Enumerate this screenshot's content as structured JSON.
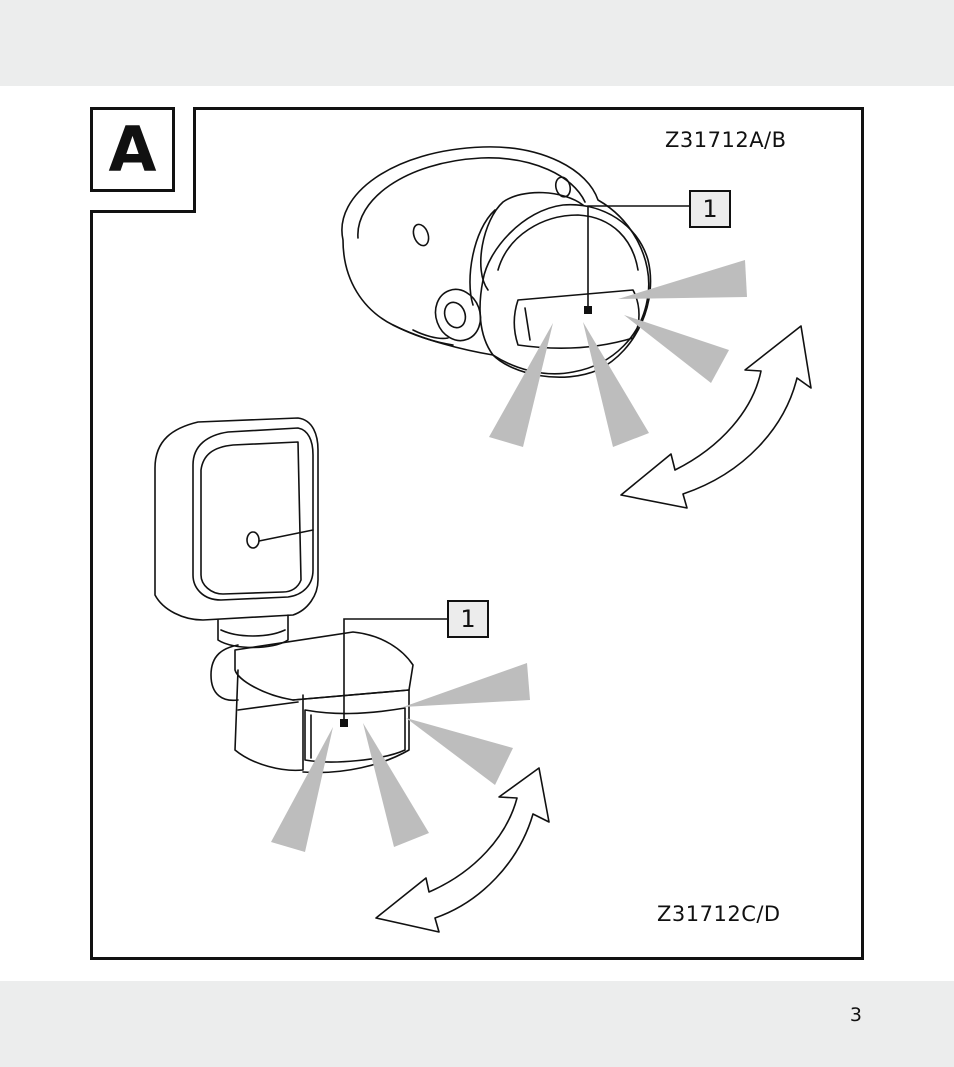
{
  "figure": {
    "letter": "A",
    "model_top": "Z31712A/B",
    "model_bottom": "Z31712C/D",
    "callout_top": "1",
    "callout_bottom": "1"
  },
  "page_number": "3",
  "colors": {
    "band": "#eceded",
    "beam": "#bdbdbd",
    "line": "#111111"
  }
}
